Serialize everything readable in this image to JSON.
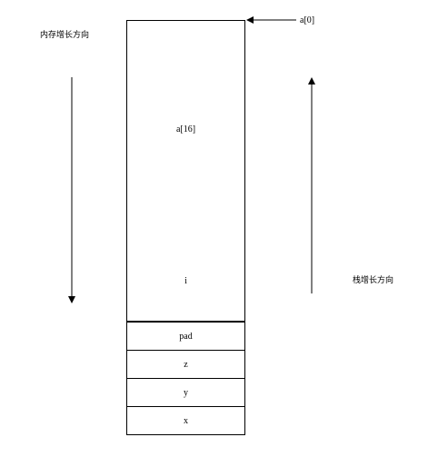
{
  "labels": {
    "memory_growth": "内存增长方向",
    "stack_growth": "栈增长方向",
    "a0": "a[0]"
  },
  "stack_cells": {
    "big_top": "a[16]",
    "big_bottom": "i",
    "pad": "pad",
    "z": "z",
    "y": "y",
    "x": "x"
  },
  "colors": {
    "line": "#000000",
    "background": "#ffffff"
  }
}
